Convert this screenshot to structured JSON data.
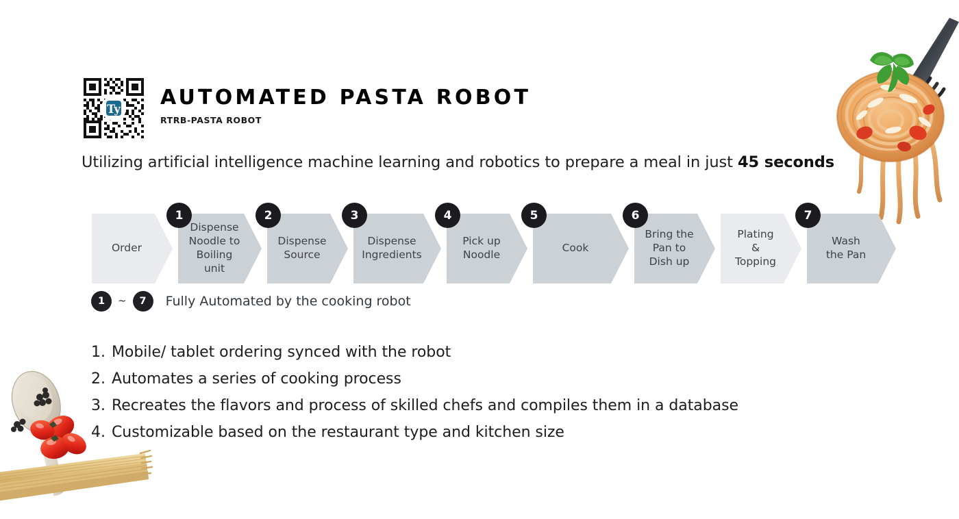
{
  "header": {
    "title": "AUTOMATED PASTA ROBOT",
    "subtitle": "RTRB-PASTA ROBOT",
    "qr_logo_text": "Ty",
    "qr_logo_color": "#1b6a92"
  },
  "tagline": {
    "prefix": "Utilizing artificial intelligence machine learning and robotics to prepare a meal in just ",
    "accent": "45 seconds"
  },
  "process_flow": {
    "steps": [
      {
        "badge": "",
        "label": "Order",
        "shade": "light"
      },
      {
        "badge": "1",
        "label": "Dispense\nNoodle to\nBoiling unit",
        "shade": "dark"
      },
      {
        "badge": "2",
        "label": "Dispense\nSource",
        "shade": "dark"
      },
      {
        "badge": "3",
        "label": "Dispense\nIngredients",
        "shade": "dark"
      },
      {
        "badge": "4",
        "label": "Pick up\nNoodle",
        "shade": "dark"
      },
      {
        "badge": "5",
        "label": "Cook",
        "shade": "dark"
      },
      {
        "badge": "6",
        "label": "Bring the\nPan to\nDish up",
        "shade": "dark"
      },
      {
        "badge": "",
        "label": "Plating\n&\nTopping",
        "shade": "light"
      },
      {
        "badge": "7",
        "label": "Wash\nthe Pan",
        "shade": "dark"
      }
    ]
  },
  "legend": {
    "from_badge": "1",
    "separator": "~",
    "to_badge": "7",
    "text": "Fully Automated by the cooking robot"
  },
  "features": [
    {
      "number": "1.",
      "text": "Mobile/ tablet ordering synced with the robot"
    },
    {
      "number": "2.",
      "text": "Automates a series of cooking process"
    },
    {
      "number": "3.",
      "text": "Recreates the flavors and process of skilled chefs and compiles them in a database"
    },
    {
      "number": "4.",
      "text": "Customizable based on the restaurant type and kitchen size"
    }
  ],
  "decorations": {
    "top_right_photo": "spaghetti-on-fork-photo",
    "bottom_left_photo": "wooden-spoon-tomatoes-dry-spaghetti-photo"
  },
  "colors": {
    "chevron_light": "#e9ebee",
    "chevron_dark": "#ccd1d6",
    "badge": "#1b1b1f",
    "text": "#1d1d1d",
    "chevron_text": "#3d4349"
  }
}
